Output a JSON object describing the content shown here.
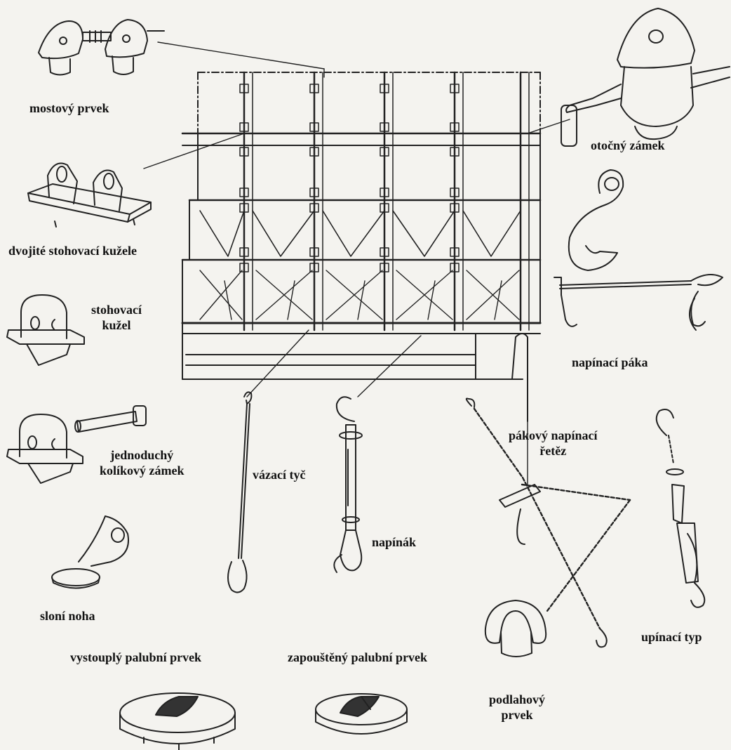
{
  "labels": {
    "mostovy_prvek": "mostový prvek",
    "dvojite_stohovaci_kuzele": "dvojité stohovací kužele",
    "stohovaci_kuzel": [
      "stohovací",
      "kužel"
    ],
    "jednoduchy_kolikovy_zamek": [
      "jednoduchý",
      "kolíkový zámek"
    ],
    "sloni_noha": "sloní noha",
    "vystoupy_palubni_prvek": "vystouplý palubní prvek",
    "zapousteny_palubni_prvek": "zapouštěný palubní prvek",
    "otocny_zamek": "otočný zámek",
    "napinaci_paka": "napínací páka",
    "pakovy_napinaci_retez": [
      "pákový napínací",
      "řetěz"
    ],
    "vazaci_tyc": "vázací tyč",
    "napinak": "napínák",
    "upinaci_typ": "upínací typ",
    "podlahovy_prvek": [
      "podlahový",
      "prvek"
    ]
  },
  "colors": {
    "ink": "#222222",
    "paper": "#f4f3ef",
    "label": "#111111"
  }
}
